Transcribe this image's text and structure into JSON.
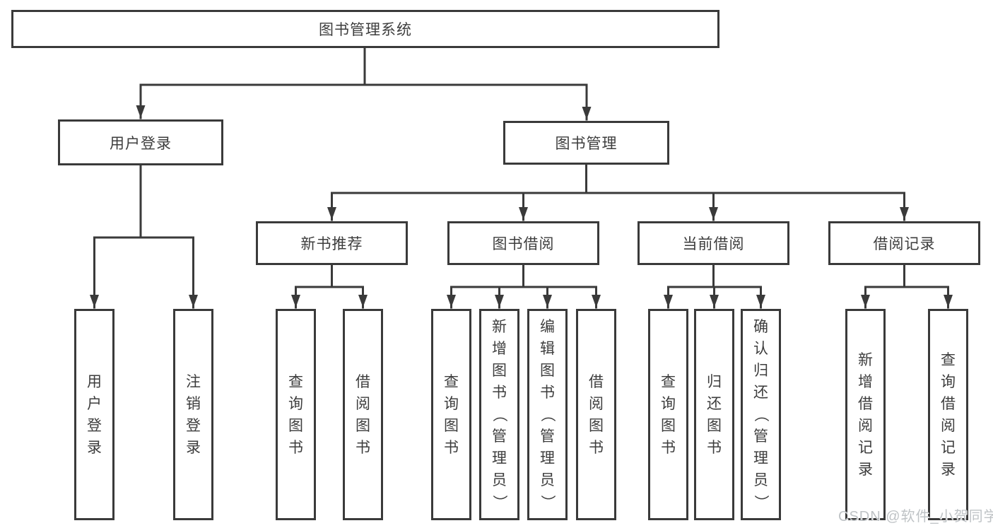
{
  "tree": {
    "root": {
      "label": "图书管理系统"
    },
    "branches": [
      {
        "label": "用户登录",
        "children": [
          {
            "label": "用户登录"
          },
          {
            "label": "注销登录"
          }
        ]
      },
      {
        "label": "图书管理",
        "children": [
          {
            "label": "新书推荐",
            "children": [
              {
                "label": "查询图书"
              },
              {
                "label": "借阅图书"
              }
            ]
          },
          {
            "label": "图书借阅",
            "children": [
              {
                "label": "查询图书"
              },
              {
                "label": "新增图书（管理员）"
              },
              {
                "label": "编辑图书（管理员）"
              },
              {
                "label": "借阅图书"
              }
            ]
          },
          {
            "label": "当前借阅",
            "children": [
              {
                "label": "查询图书"
              },
              {
                "label": "归还图书"
              },
              {
                "label": "确认归还（管理员）"
              }
            ]
          },
          {
            "label": "借阅记录",
            "children": [
              {
                "label": "新增借阅记录"
              },
              {
                "label": "查询借阅记录"
              }
            ]
          }
        ]
      }
    ]
  },
  "watermark": {
    "text": "CSDN @软件_小贺同学"
  },
  "colors": {
    "line": "#3a3a3a",
    "border": "#3a3a3a",
    "text": "#3d3d3d",
    "background": "#ffffff",
    "watermark": "#bfc3c6"
  }
}
